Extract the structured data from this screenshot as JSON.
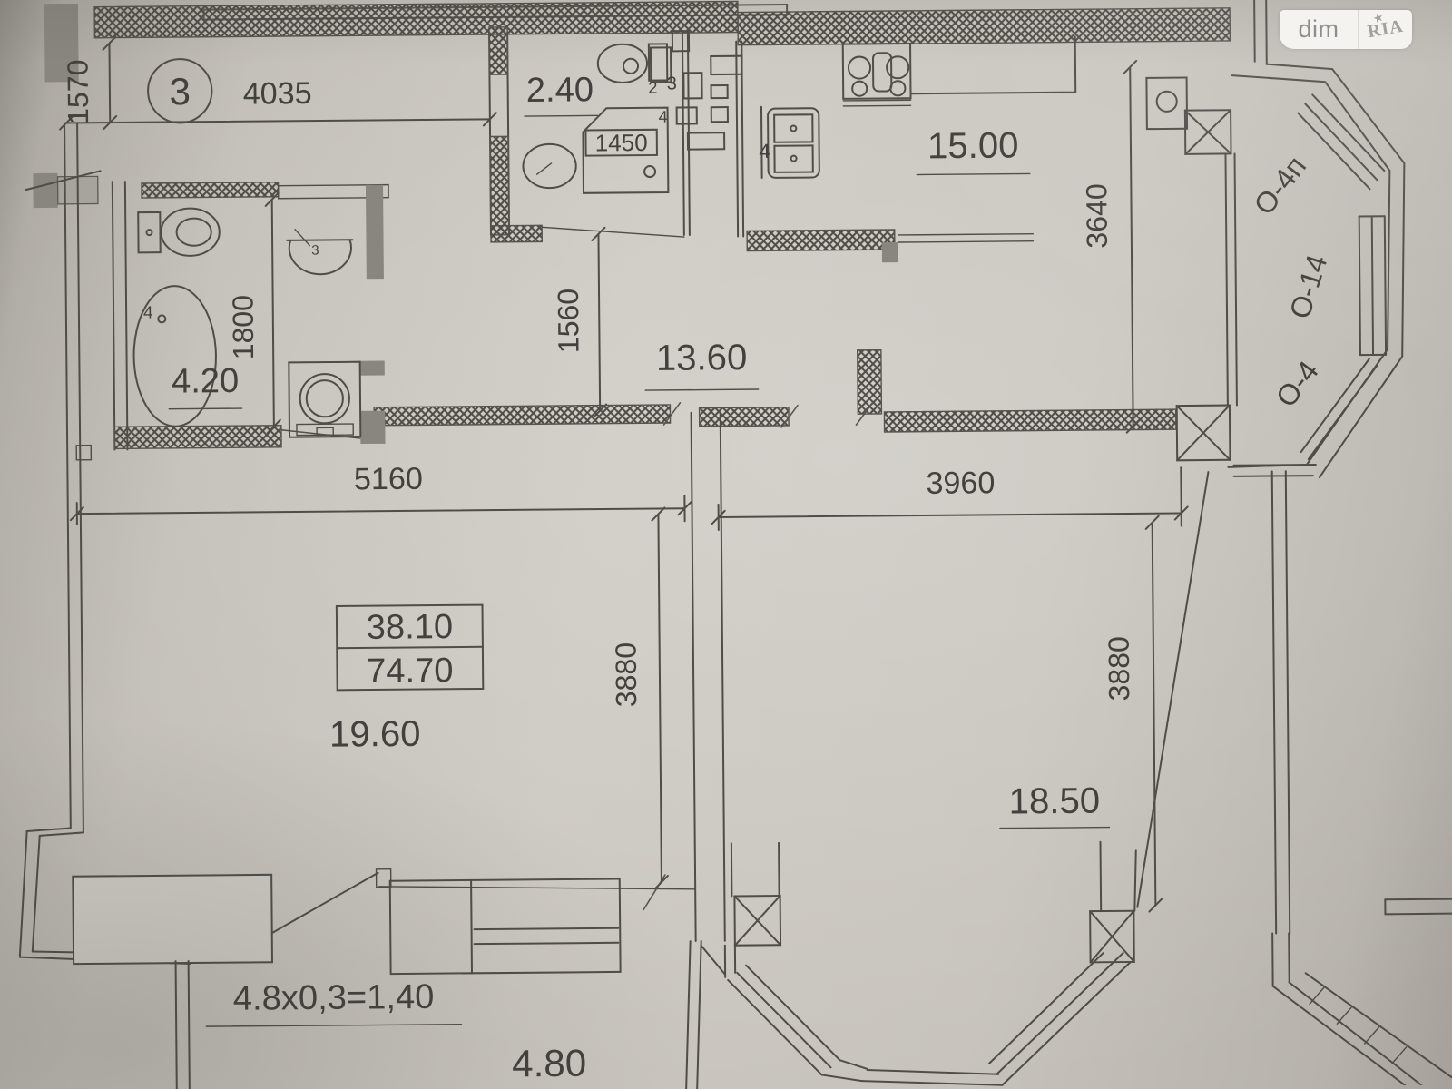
{
  "logo": {
    "left": "dim",
    "right": "RIA"
  },
  "plan": {
    "floor_mark": "3",
    "rooms": {
      "wc_top": {
        "area": "2.40"
      },
      "bathroom": {
        "area": "4.20"
      },
      "hallway": {
        "area": "13.60"
      },
      "kitchen": {
        "area": "15.00"
      },
      "living": {
        "area": "19.60"
      },
      "bedroom": {
        "area": "18.50"
      }
    },
    "area_table": {
      "upper": "38.10",
      "lower": "74.70"
    },
    "dims": {
      "d1570": "1570",
      "d4035": "4035",
      "d1450": "1450",
      "d1800": "1800",
      "d1560": "1560",
      "d3640": "3640",
      "d5160": "5160",
      "d3960": "3960",
      "d3880_left": "3880",
      "d3880_right": "3880"
    },
    "windows": {
      "w1": "О-4п",
      "w2": "О-14",
      "w3": "О-4"
    },
    "balcony": {
      "formula": "4.8x0,3=1,40",
      "length": "4.80"
    },
    "marks": {
      "m2": "2",
      "m3": "3",
      "m4": "4",
      "sink4": "4",
      "tub4": "4",
      "basin3": "3"
    }
  }
}
